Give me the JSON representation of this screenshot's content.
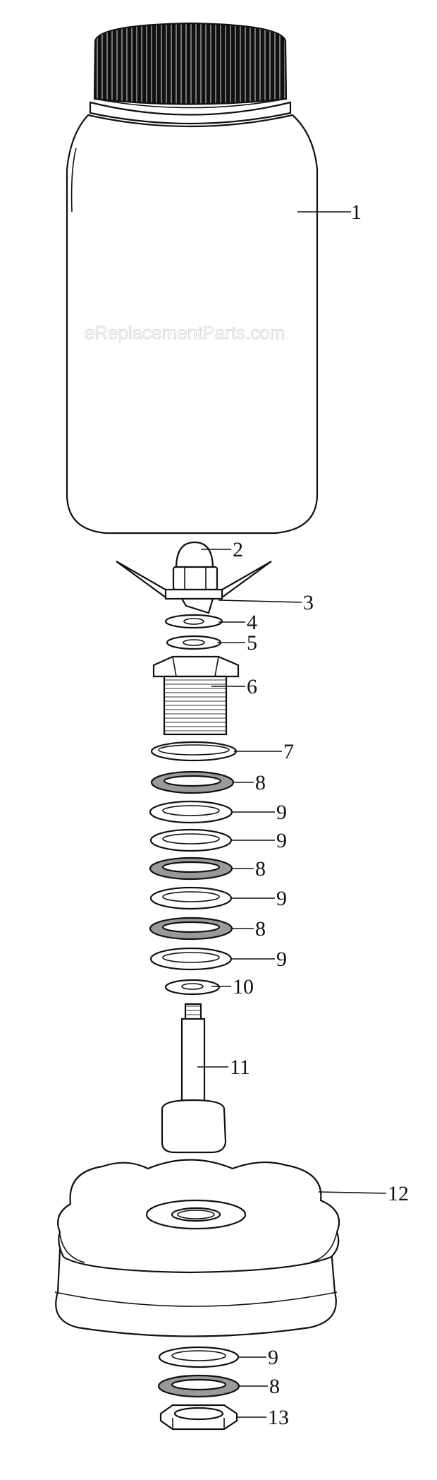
{
  "watermark": "eReplacementParts.com",
  "callouts": [
    {
      "id": "c1",
      "text": "1"
    },
    {
      "id": "c2",
      "text": "2"
    },
    {
      "id": "c3",
      "text": "3"
    },
    {
      "id": "c4",
      "text": "4"
    },
    {
      "id": "c5",
      "text": "5"
    },
    {
      "id": "c6",
      "text": "6"
    },
    {
      "id": "c7",
      "text": "7"
    },
    {
      "id": "c8a",
      "text": "8"
    },
    {
      "id": "c9a",
      "text": "9"
    },
    {
      "id": "c9b",
      "text": "9"
    },
    {
      "id": "c8b",
      "text": "8"
    },
    {
      "id": "c9c",
      "text": "9"
    },
    {
      "id": "c8c",
      "text": "8"
    },
    {
      "id": "c9d",
      "text": "9"
    },
    {
      "id": "c10",
      "text": "10"
    },
    {
      "id": "c11",
      "text": "11"
    },
    {
      "id": "c12",
      "text": "12"
    },
    {
      "id": "c9e",
      "text": "9"
    },
    {
      "id": "c8d",
      "text": "8"
    },
    {
      "id": "c13",
      "text": "13"
    }
  ]
}
